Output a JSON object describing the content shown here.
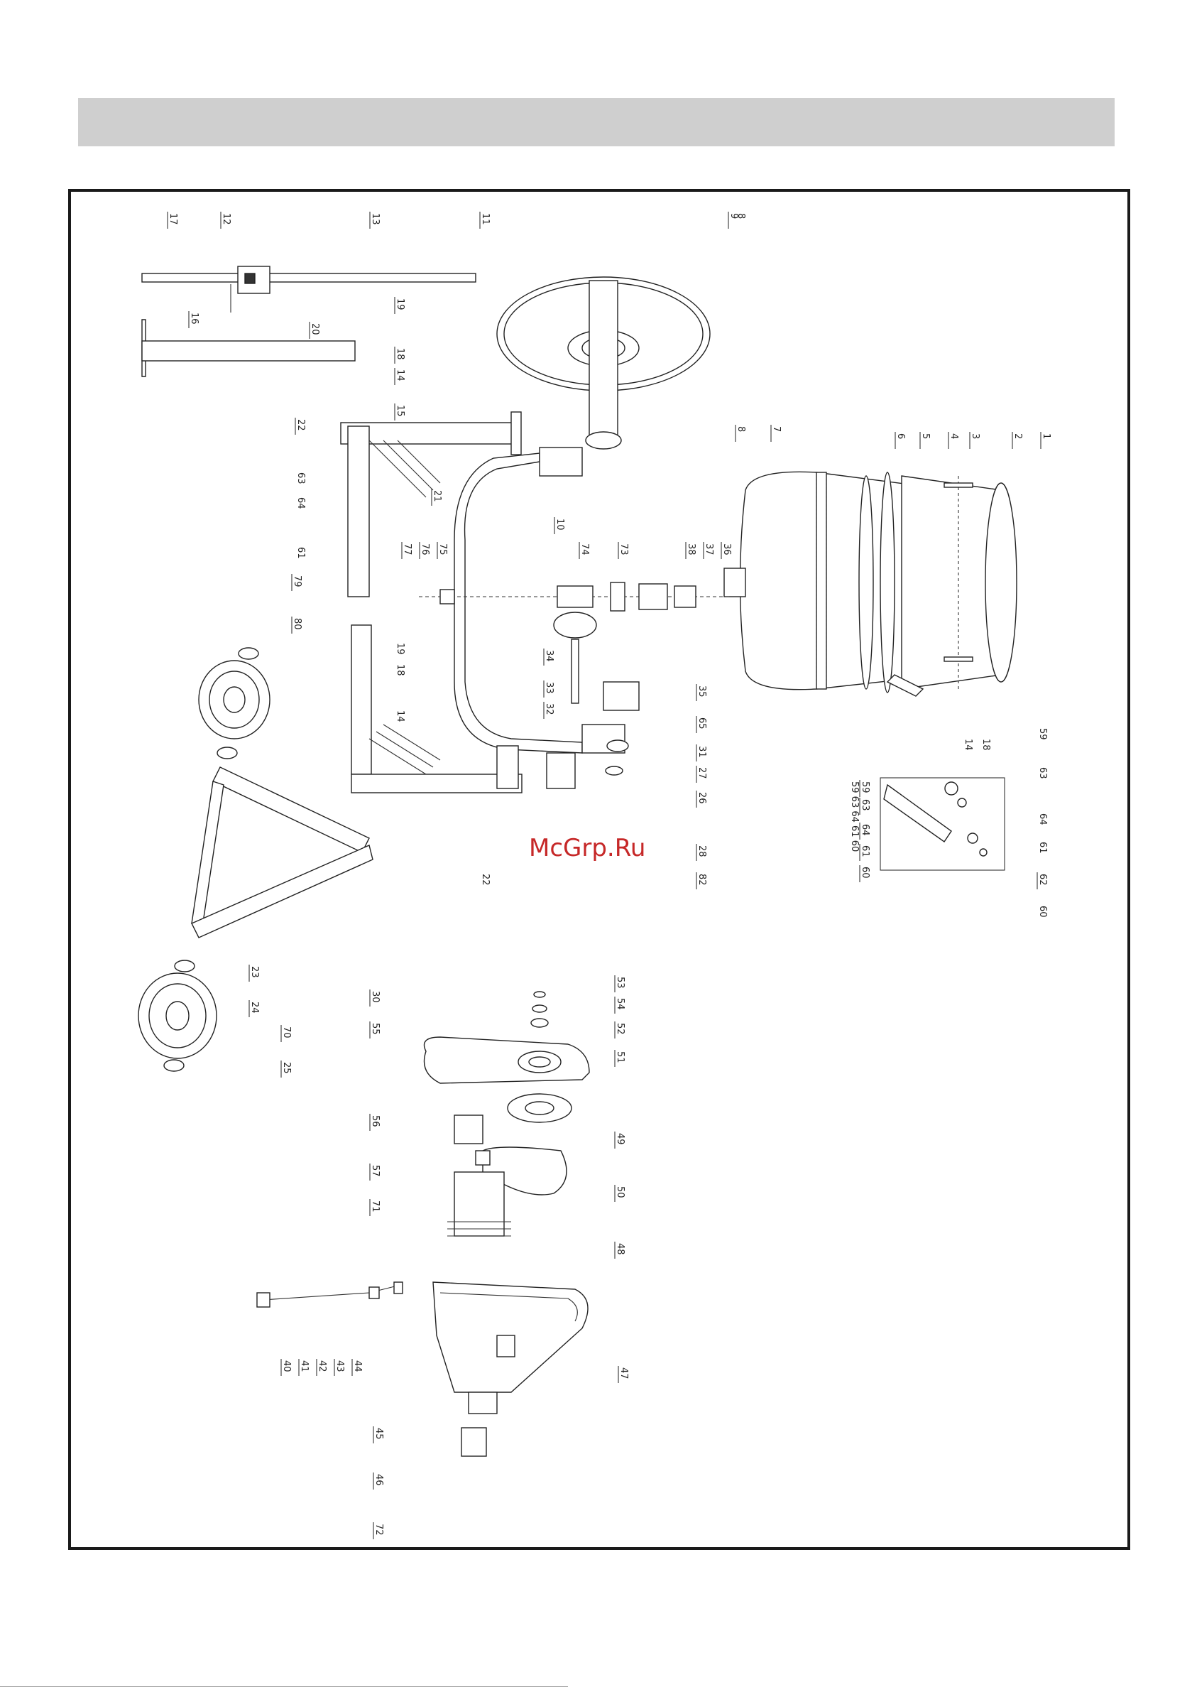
{
  "watermark": "McGrp.Ru",
  "callouts": [
    "1",
    "2",
    "3",
    "4",
    "5",
    "6",
    "7",
    "8",
    "9",
    "10",
    "11",
    "12",
    "13",
    "14",
    "15",
    "16",
    "17",
    "18",
    "19",
    "20",
    "21",
    "22",
    "23",
    "24",
    "25",
    "26",
    "27",
    "28",
    "30",
    "31",
    "32",
    "33",
    "34",
    "35",
    "36",
    "37",
    "38",
    "40",
    "41",
    "42",
    "43",
    "44",
    "45",
    "46",
    "47",
    "48",
    "49",
    "50",
    "51",
    "52",
    "53",
    "54",
    "55",
    "56",
    "57",
    "59",
    "60",
    "61",
    "62",
    "63",
    "64",
    "65",
    "70",
    "71",
    "72",
    "73",
    "74",
    "75",
    "76",
    "77",
    "79",
    "80",
    "82"
  ],
  "callout_group_right": [
    "59",
    "63",
    "64",
    "61",
    "60"
  ],
  "colors": {
    "header_bar": "#cfcfcf",
    "frame": "#1a1a1a",
    "watermark": "#c62828"
  }
}
